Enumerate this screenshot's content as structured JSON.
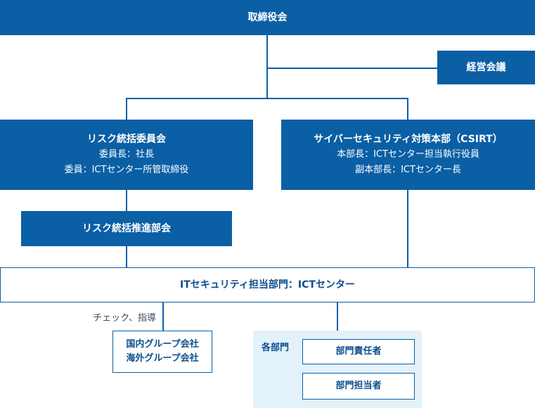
{
  "board": {
    "label": "取締役会"
  },
  "management_meeting": {
    "label": "経営会議"
  },
  "risk_committee": {
    "title": "リスク統括委員会",
    "chair": "委員長：社長",
    "member": "委員：ICTセンター所管取締役"
  },
  "csirt": {
    "title": "サイバーセキュリティ対策本部（CSIRT）",
    "head": "本部長：ICTセンター担当執行役員",
    "deputy": "副本部長：ICTセンター長"
  },
  "risk_promotion": {
    "label": "リスク統括推進部会"
  },
  "it_security_dept": {
    "label": "ITセキュリティ担当部門：ICTセンター"
  },
  "check_guidance": {
    "label": "チェック、指導"
  },
  "group_companies": {
    "domestic": "国内グループ会社",
    "overseas": "海外グループ会社"
  },
  "departments": {
    "label": "各部門",
    "manager": "部門責任者",
    "staff": "部門担当者"
  },
  "colors": {
    "primary": "#0b5fa5",
    "light_background": "#e3f1fa",
    "text_on_primary": "#ffffff"
  }
}
